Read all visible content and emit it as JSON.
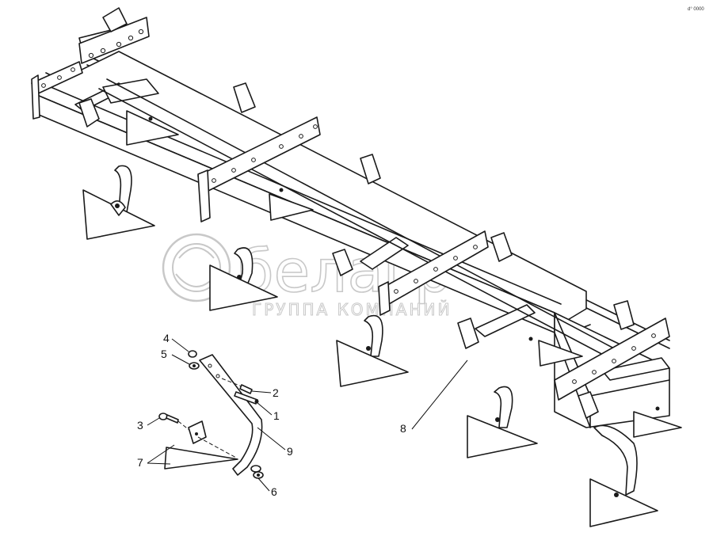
{
  "watermark": {
    "brand": "белагро",
    "subtitle": "ГРУППА КОМПАНИЙ"
  },
  "corner_mark": "d° 0000",
  "callouts": [
    {
      "id": "1",
      "label": "1"
    },
    {
      "id": "2",
      "label": "2"
    },
    {
      "id": "3",
      "label": "3"
    },
    {
      "id": "4",
      "label": "4"
    },
    {
      "id": "5",
      "label": "5"
    },
    {
      "id": "6",
      "label": "6"
    },
    {
      "id": "7",
      "label": "7"
    },
    {
      "id": "8",
      "label": "8"
    },
    {
      "id": "9",
      "label": "9"
    }
  ],
  "colors": {
    "line": "#1a1a1a",
    "watermark": "#c8c8c8",
    "background": "#ffffff"
  }
}
